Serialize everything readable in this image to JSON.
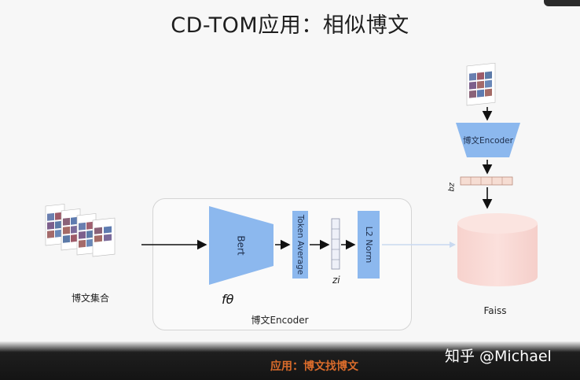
{
  "slide": {
    "title": "CD-TOM应用：相似博文",
    "caption": "应用：博文找博文",
    "watermark": "知乎 @Michael"
  },
  "diagram": {
    "input_label": "博文集合",
    "encoder_label": "博文Encoder",
    "bert_label": "Bert",
    "f_theta": "fθ",
    "token_avg_label": "Token Average",
    "z_i_label": "zi",
    "l2_norm_label": "L2 Norm",
    "top_encoder_label": "博文Encoder",
    "z_q_label": "zq",
    "faiss_label": "Faiss"
  },
  "colors": {
    "blue_block": "#8cb8ee",
    "blue_block_dark": "#6f9fe0",
    "cylinder_fill": "#f9d8d4",
    "cylinder_top": "#fbe4e0",
    "vector_cell": "#f6ddd3",
    "caption": "#d96b2b"
  }
}
